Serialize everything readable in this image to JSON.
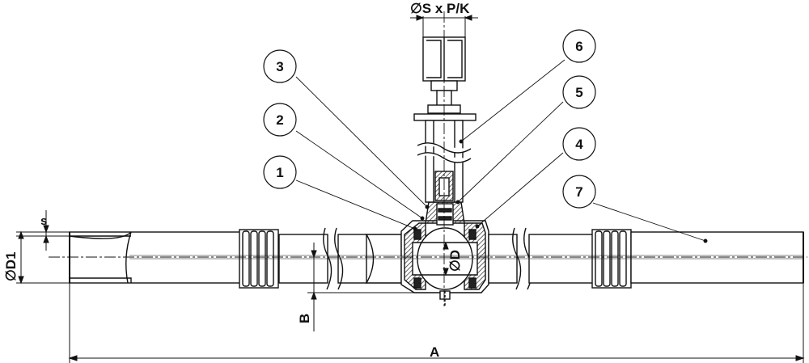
{
  "dimensions": {
    "stem": "∅S x P/K",
    "wall": "s",
    "pipe_od": "∅D1",
    "bore": "∅D",
    "height": "B",
    "length": "A"
  },
  "callouts": [
    "1",
    "2",
    "3",
    "4",
    "5",
    "6",
    "7"
  ],
  "colors": {
    "line": "#111111",
    "background": "#ffffff",
    "section": "#222222"
  }
}
